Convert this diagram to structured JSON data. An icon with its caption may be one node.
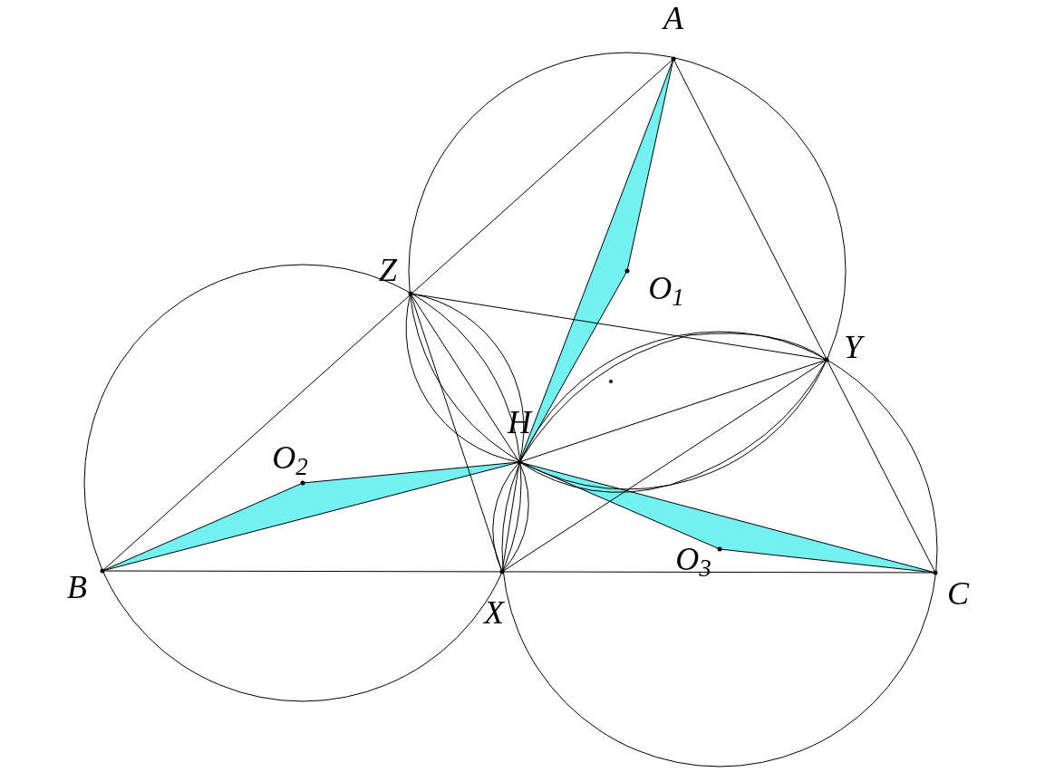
{
  "diagram": {
    "labels": [
      "A",
      "Z",
      "O$_{1}$",
      "Y",
      "H",
      "O$_{2}$",
      "B",
      "X",
      "O$_{3}$",
      "C"
    ]
  }
}
